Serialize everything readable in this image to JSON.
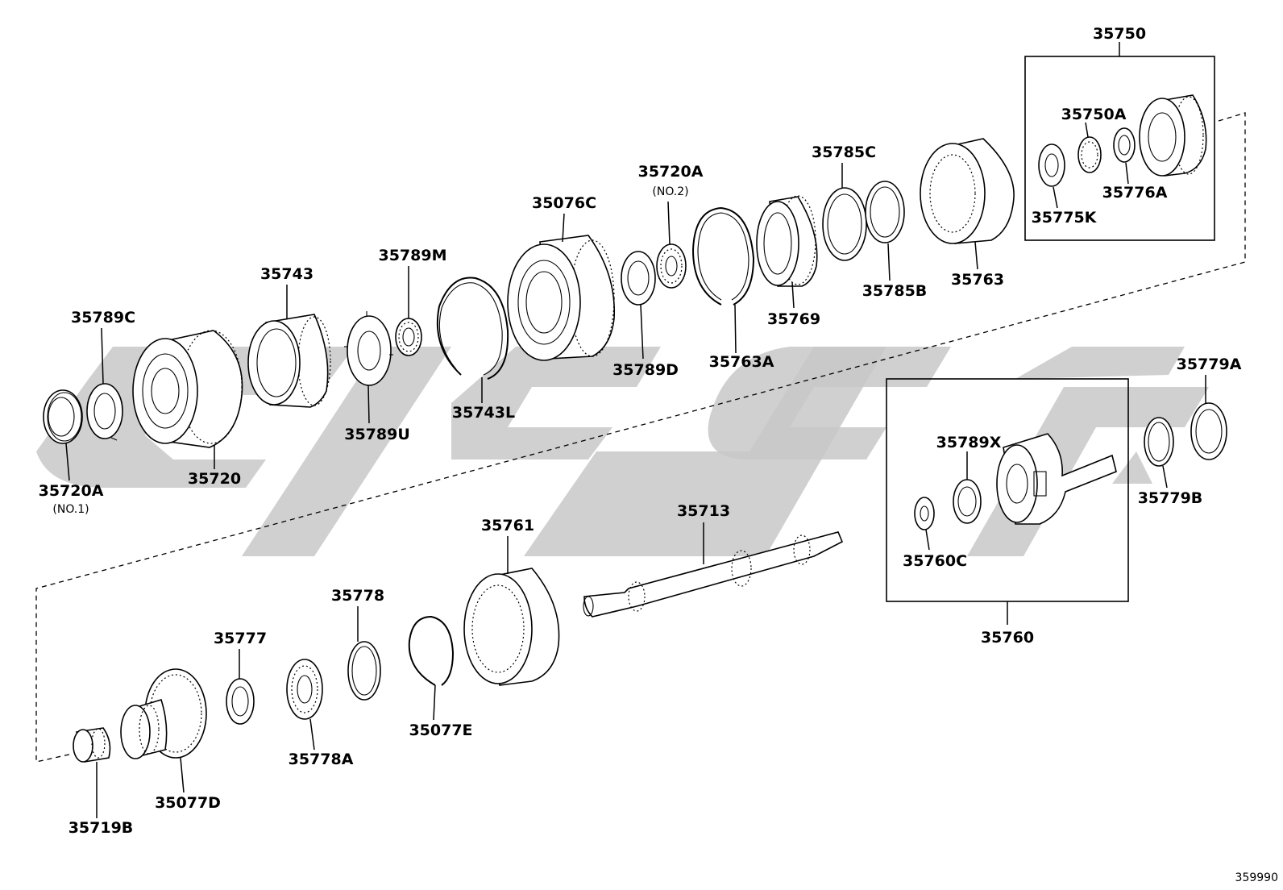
{
  "diagram_code": "359990",
  "groups": {
    "upper_assembly": "35750",
    "lower_assembly": "35760"
  },
  "labels": {
    "p35720A_no1": "35720A",
    "p35720A_no1_note": "(NO.1)",
    "p35789C": "35789C",
    "p35720": "35720",
    "p35743": "35743",
    "p35789U": "35789U",
    "p35789M": "35789M",
    "p35743L": "35743L",
    "p35076C": "35076C",
    "p35789D": "35789D",
    "p35720A_no2": "35720A",
    "p35720A_no2_note": "(NO.2)",
    "p35763A": "35763A",
    "p35769": "35769",
    "p35785C": "35785C",
    "p35785B": "35785B",
    "p35763": "35763",
    "p35750A": "35750A",
    "p35776A": "35776A",
    "p35775K": "35775K",
    "p35779A": "35779A",
    "p35779B": "35779B",
    "p35789X": "35789X",
    "p35760C": "35760C",
    "p35761": "35761",
    "p35713": "35713",
    "p35778": "35778",
    "p35777": "35777",
    "p35778A": "35778A",
    "p35077E": "35077E",
    "p35077D": "35077D",
    "p35719B": "35719B"
  }
}
